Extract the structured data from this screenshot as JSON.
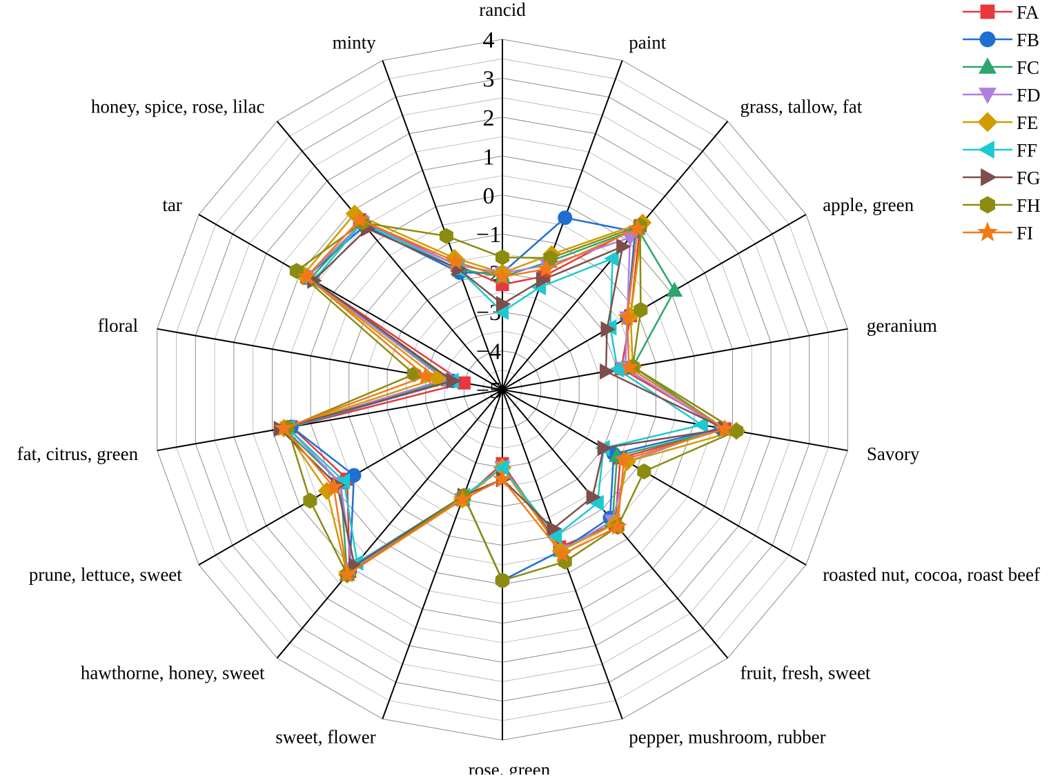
{
  "chart_data": {
    "type": "radar",
    "title": "",
    "rlim": [
      -5,
      4
    ],
    "ticks": [
      4,
      3,
      2,
      1,
      0,
      -1,
      -2,
      -3,
      -4,
      -5
    ],
    "grid": true,
    "legend_position": "top-right",
    "categories": [
      "rancid",
      "paint",
      "grass, tallow, fat",
      "apple, green",
      "geranium",
      "Savory",
      "roasted nut, cocoa, roast beef",
      "fruit, fresh, sweet",
      "pepper, mushroom, rubber",
      "rose, green",
      "sweet, flower",
      "hawthorne, honey, sweet",
      "prune, lettuce, sweet",
      "fat, citrus, green",
      "floral",
      "tar",
      "honey, spice, rose, lilac",
      "minty"
    ],
    "series": [
      {
        "name": "FA",
        "color": "#e8383d",
        "marker": "square",
        "values": [
          -2.3,
          -1.9,
          0.5,
          -1.2,
          -1.9,
          0.8,
          -1.5,
          -0.5,
          -0.7,
          -3.1,
          -2.0,
          1.1,
          -0.4,
          0.5,
          -4.0,
          0.8,
          0.7,
          -1.6
        ]
      },
      {
        "name": "FB",
        "color": "#1f6fd1",
        "marker": "circle",
        "values": [
          -2.0,
          -0.3,
          0.3,
          -1.3,
          -1.8,
          0.7,
          -1.7,
          -0.7,
          -0.6,
          -0.1,
          -2.1,
          1.1,
          -0.6,
          0.5,
          -3.7,
          0.8,
          0.5,
          -1.8
        ]
      },
      {
        "name": "FC",
        "color": "#2ca66a",
        "marker": "triangle-up",
        "values": [
          -2.1,
          -1.5,
          0.4,
          0.1,
          -1.6,
          0.8,
          -1.6,
          -0.6,
          -0.6,
          -3.0,
          -2.0,
          1.2,
          -0.2,
          0.7,
          -3.6,
          0.7,
          0.6,
          -1.7
        ]
      },
      {
        "name": "FD",
        "color": "#b07fe0",
        "marker": "triangle-down",
        "values": [
          -2.0,
          -1.6,
          0.1,
          -1.3,
          -1.8,
          0.7,
          -1.3,
          -0.6,
          -0.6,
          -3.0,
          -2.0,
          1.0,
          -0.2,
          0.6,
          -3.5,
          0.8,
          0.6,
          -1.6
        ]
      },
      {
        "name": "FE",
        "color": "#d19c00",
        "marker": "diamond",
        "values": [
          -2.0,
          -1.3,
          0.6,
          -1.2,
          -1.6,
          1.1,
          -1.3,
          -0.5,
          -0.6,
          -3.0,
          -2.0,
          1.2,
          0.2,
          0.7,
          -3.3,
          0.9,
          0.9,
          -1.4
        ]
      },
      {
        "name": "FF",
        "color": "#1ec8d1",
        "marker": "triangle-left",
        "values": [
          -3.0,
          -2.2,
          -0.6,
          -1.8,
          -2.0,
          0.2,
          -2.0,
          -1.2,
          -1.0,
          -3.0,
          -2.1,
          0.8,
          -0.3,
          0.6,
          -3.7,
          0.6,
          0.6,
          -1.7
        ]
      },
      {
        "name": "FG",
        "color": "#7d4f4a",
        "marker": "triangle-right",
        "values": [
          -2.8,
          -2.0,
          -0.2,
          -1.9,
          -2.3,
          0.8,
          -2.0,
          -1.4,
          -1.2,
          -2.7,
          -2.1,
          0.9,
          -0.1,
          0.8,
          -3.7,
          0.6,
          0.4,
          -1.7
        ]
      },
      {
        "name": "FH",
        "color": "#8b8c10",
        "marker": "hexagon",
        "values": [
          -1.6,
          -1.4,
          0.5,
          -0.9,
          -1.6,
          1.1,
          -0.8,
          -0.4,
          -0.3,
          -0.1,
          -2.1,
          1.2,
          0.7,
          0.6,
          -2.7,
          1.1,
          0.6,
          -0.8
        ]
      },
      {
        "name": "FI",
        "color": "#f07a18",
        "marker": "star",
        "values": [
          -2.1,
          -1.7,
          0.4,
          -1.3,
          -1.7,
          0.8,
          -1.4,
          -0.4,
          -0.5,
          -2.7,
          -2.0,
          1.2,
          0.0,
          0.7,
          -3.0,
          0.8,
          0.7,
          -1.5
        ]
      }
    ]
  }
}
